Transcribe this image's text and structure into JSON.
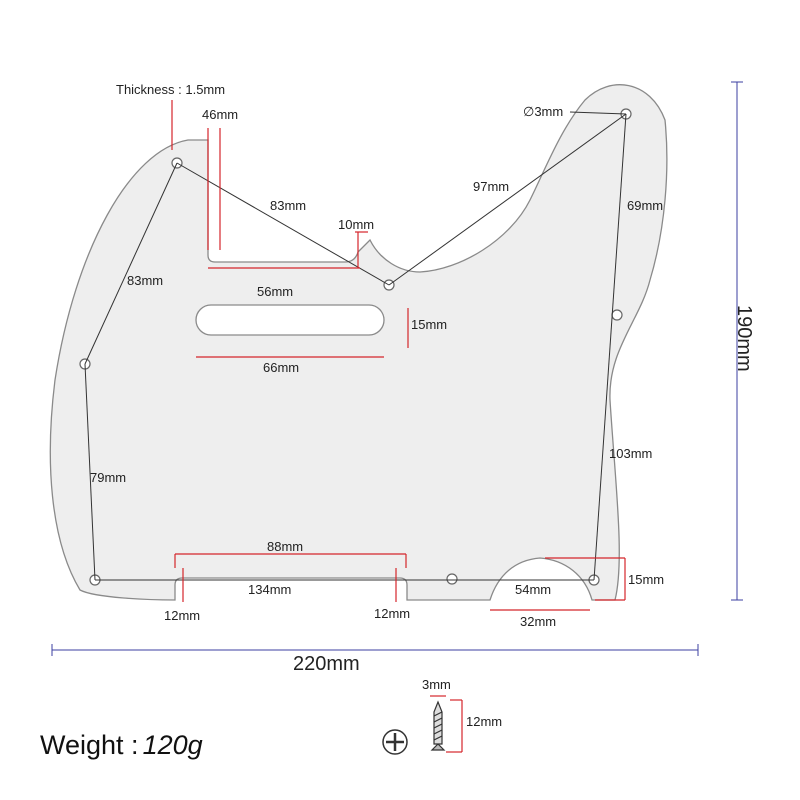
{
  "diagram": {
    "thickness_label": "Thickness : 1.5mm",
    "hole_diameter_label": "∅3mm",
    "pocket_top_width": "46mm",
    "pocket_bottom_width": "56mm",
    "notch_width": "10mm",
    "slot_width": "66mm",
    "slot_height": "15mm",
    "hole_span_top_left": "83mm",
    "hole_span_left_upper": "83mm",
    "hole_span_left_lower": "79mm",
    "hole_span_top_right": "97mm",
    "hole_span_right_upper": "69mm",
    "hole_span_right_lower": "103mm",
    "bottom_inner_width": "88mm",
    "bottom_hole_span": "134mm",
    "bottom_left_tab": "12mm",
    "bottom_right_tab": "12mm",
    "cutout_upper_width": "54mm",
    "cutout_lower_width": "32mm",
    "cutout_height": "15mm",
    "total_height": "190mm",
    "total_width": "220mm"
  },
  "screw": {
    "head_label": "3mm",
    "length_label": "12mm"
  },
  "weight": {
    "label": "Weight :",
    "value": "120g"
  },
  "colors": {
    "outline": "#8a8a8a",
    "plate_fill": "#eeeeee",
    "dimension_red": "#d4262b",
    "overall_blue": "#3b3fa0",
    "text": "#222222"
  }
}
